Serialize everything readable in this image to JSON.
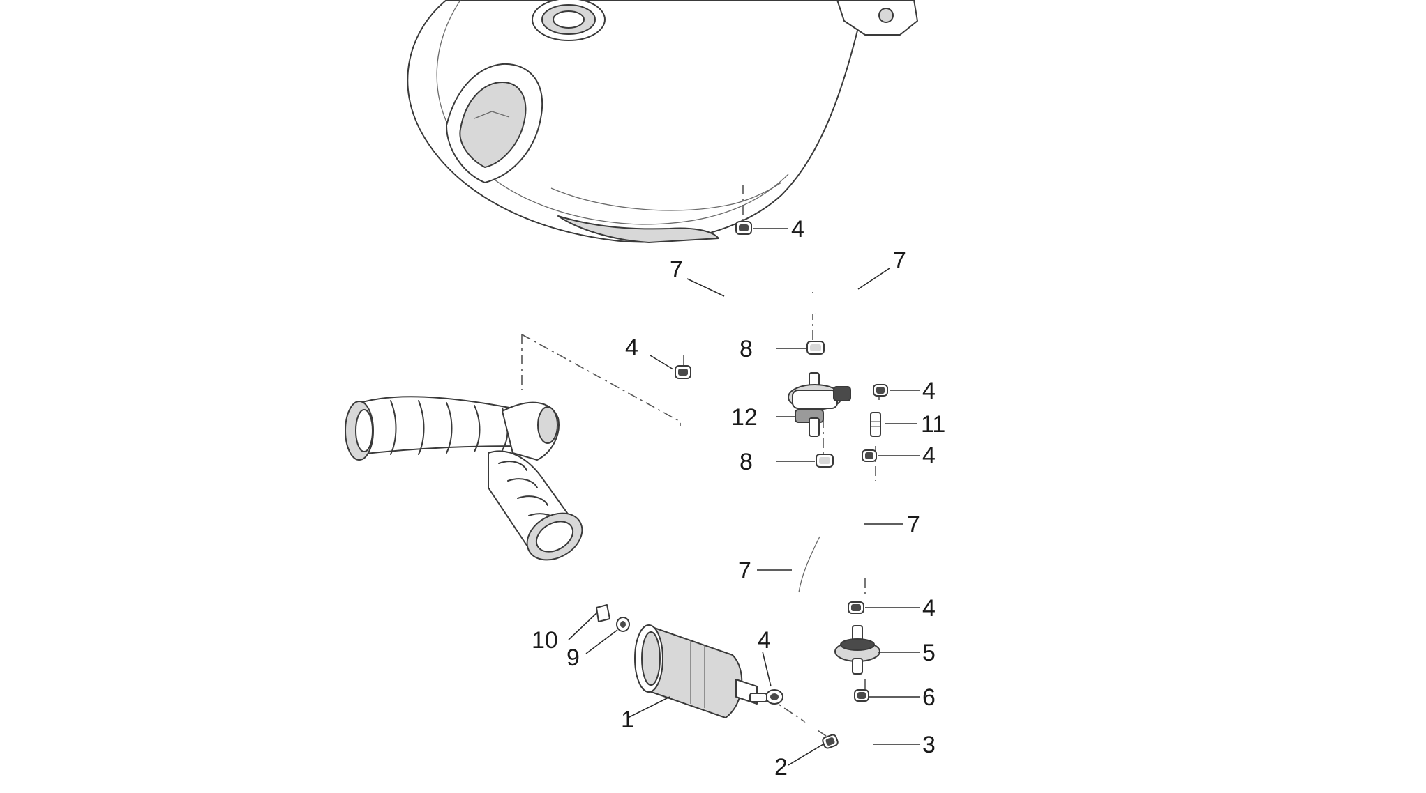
{
  "diagram": {
    "colors": {
      "line": "#3a3a3a",
      "shade": "#d8d8d8",
      "dark": "#4a4a4a",
      "background": "#ffffff"
    },
    "callouts": [
      {
        "id": "c4-top",
        "text": "4"
      },
      {
        "id": "c7-left",
        "text": "7"
      },
      {
        "id": "c7-right",
        "text": "7"
      },
      {
        "id": "c4-left",
        "text": "4"
      },
      {
        "id": "c8-top",
        "text": "8"
      },
      {
        "id": "c4-right-a",
        "text": "4"
      },
      {
        "id": "c12",
        "text": "12"
      },
      {
        "id": "c11",
        "text": "11"
      },
      {
        "id": "c8-mid",
        "text": "8"
      },
      {
        "id": "c4-right-b",
        "text": "4"
      },
      {
        "id": "c7-lower-right",
        "text": "7"
      },
      {
        "id": "c7-lower-left",
        "text": "7"
      },
      {
        "id": "c4-right-c",
        "text": "4"
      },
      {
        "id": "c5",
        "text": "5"
      },
      {
        "id": "c10",
        "text": "10"
      },
      {
        "id": "c9",
        "text": "9"
      },
      {
        "id": "c4-canister",
        "text": "4"
      },
      {
        "id": "c6",
        "text": "6"
      },
      {
        "id": "c1",
        "text": "1"
      },
      {
        "id": "c3",
        "text": "3"
      },
      {
        "id": "c2",
        "text": "2"
      }
    ]
  }
}
